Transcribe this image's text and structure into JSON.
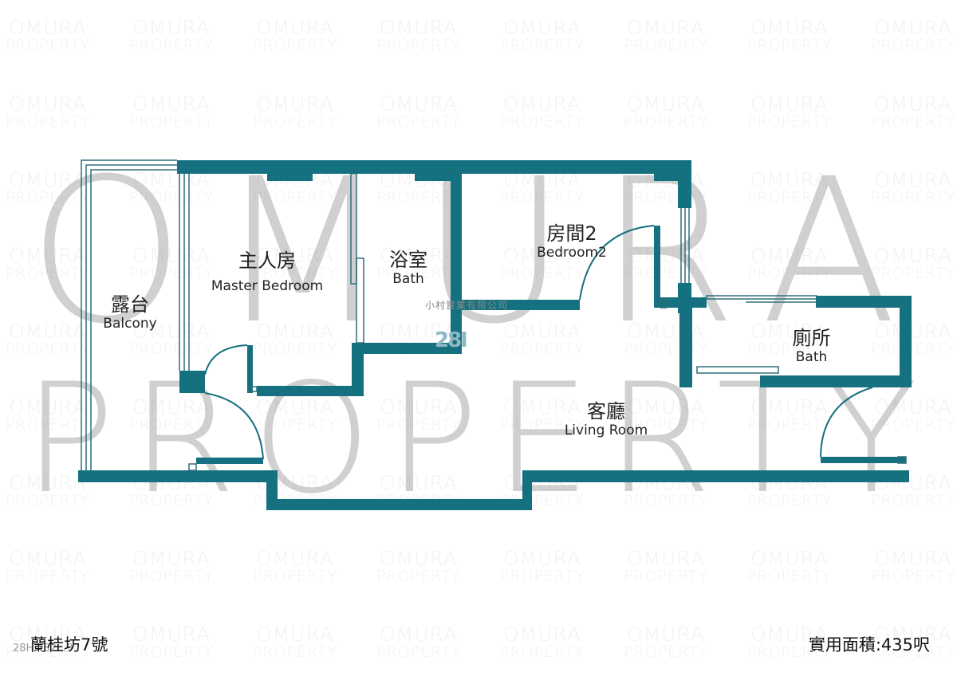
{
  "watermark": {
    "tile_line1": "OMURA",
    "tile_line2": "PROPERTY",
    "large_line1": "OMURA",
    "large_line2": "PROPERTY",
    "company": "小村置業有限公司",
    "ref_tag": "28I"
  },
  "rooms": {
    "balcony": {
      "zh": "露台",
      "en": "Balcony"
    },
    "master_bedroom": {
      "zh": "主人房",
      "en": "Master Bedroom"
    },
    "bath1": {
      "zh": "浴室",
      "en": "Bath"
    },
    "bedroom2": {
      "zh": "房間2",
      "en": "Bedroom2"
    },
    "bath2": {
      "zh": "廁所",
      "en": "Bath"
    },
    "living_room": {
      "zh": "客廳",
      "en": "Living Room"
    }
  },
  "footer": {
    "address": "蘭桂坊7號",
    "ref_code": "28H...82...9",
    "saleable_area": "實用面積:435呎"
  },
  "colors": {
    "wall": "#15707f",
    "window": "#2f6f7a"
  }
}
